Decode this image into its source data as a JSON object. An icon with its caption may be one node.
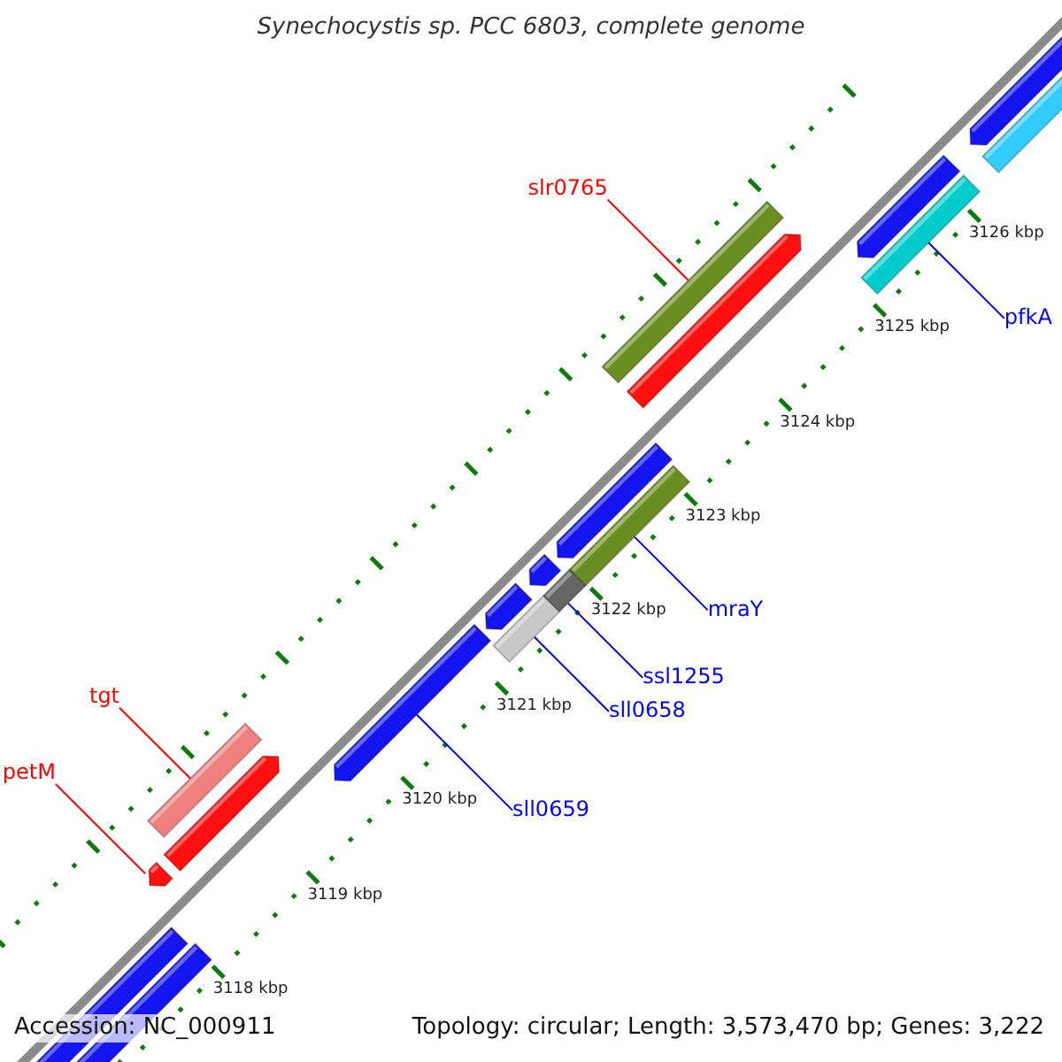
{
  "diagram": {
    "title": "Synechocystis sp. PCC 6803, complete genome",
    "nodes": [
      {
        "text": [
          "slr0765"
        ]
      },
      {
        "text": [],
        "shape": "bar"
      },
      {
        "text": [
          "pfkA"
        ]
      },
      {
        "text": [],
        "shape": "bar"
      },
      {
        "text": [
          "mraY"
        ]
      },
      {
        "text": [],
        "shape": "bar"
      },
      {
        "text": [
          "ssl1255"
        ]
      },
      {
        "text": [],
        "shape": "bar"
      },
      {
        "text": [
          "tgt"
        ]
      },
      {
        "text": [],
        "shape": "bar"
      },
      {
        "text": [
          "sll0658"
        ]
      },
      {
        "text": [],
        "shape": "bar"
      },
      {
        "text": [
          "petM"
        ]
      },
      {
        "text": [],
        "shape": "bar"
      },
      {
        "text": [
          "sll0659"
        ]
      },
      {
        "text": [],
        "shape": "bar"
      }
    ],
    "edges": [
      {
        "from": 0,
        "to": 1,
        "arrow": "none",
        "color": "#ff0000"
      },
      {
        "from": 2,
        "to": 3,
        "arrow": "none"
      },
      {
        "from": 4,
        "to": 5,
        "arrow": "none"
      },
      {
        "from": 6,
        "to": 7,
        "arrow": "none"
      },
      {
        "from": 8,
        "to": 9,
        "arrow": "none",
        "color": "#ff0000"
      },
      {
        "from": 10,
        "to": 11,
        "arrow": "none"
      },
      {
        "from": 12,
        "to": 13,
        "arrow": "none",
        "color": "#ff0000"
      },
      {
        "from": 14,
        "to": 15,
        "arrow": "none"
      }
    ],
    "labels": [
      "3126 kbp",
      "3125 kbp",
      "3124 kbp",
      "3123 kbp",
      "3122 kbp",
      "3121 kbp",
      "3120 kbp",
      "3119 kbp",
      "3118 kbp",
      "Accession: NC_000911",
      "Topology: circular; Length: 3,573,470 bp; Genes: 3,222"
    ]
  }
}
